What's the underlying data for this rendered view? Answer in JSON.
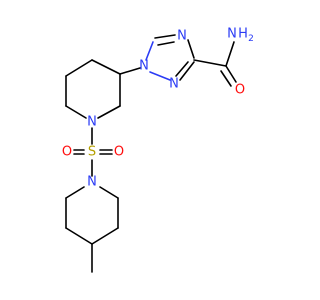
{
  "molecule": {
    "atoms": {
      "amide_nitrogen": "N",
      "amide_h2": "H",
      "amide_h2_count": "2",
      "amide_oxygen": "O",
      "triazole_n1": "N",
      "triazole_n2": "N",
      "triazole_n4": "N",
      "piperidine_n": "N",
      "sulfur": "S",
      "sulfonyl_o_left": "O",
      "sulfonyl_o_right": "O",
      "methylpiperidine_n": "N"
    },
    "colors": {
      "nitrogen": "#2b3cf5",
      "oxygen": "#ff0d0d",
      "sulfur": "#b5a000",
      "carbon": "#000000"
    }
  }
}
